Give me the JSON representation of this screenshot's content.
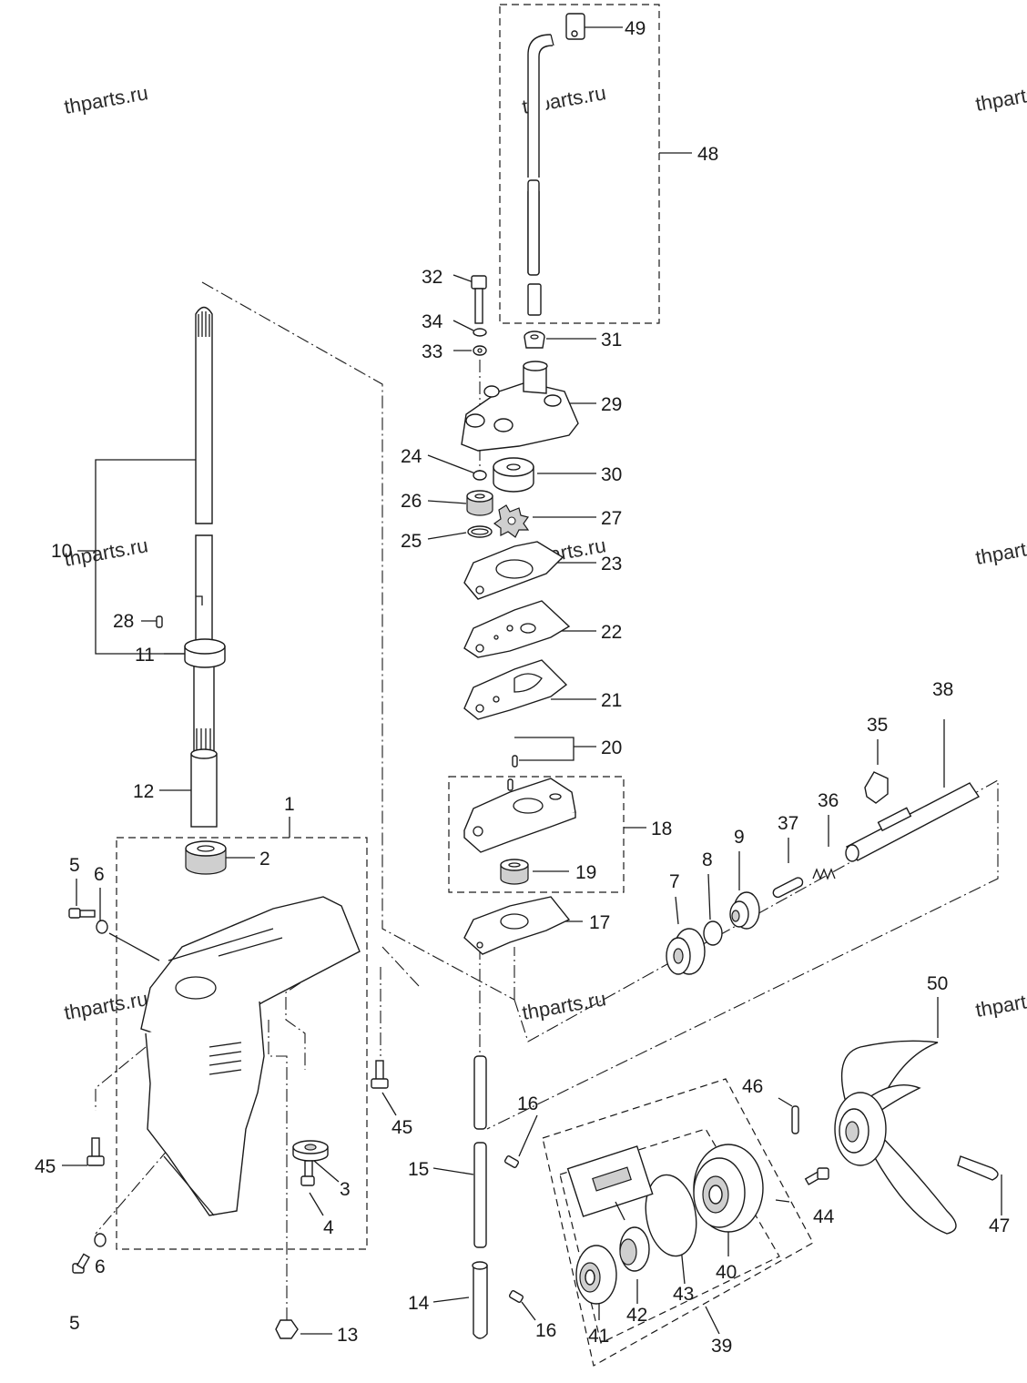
{
  "watermark": "thparts.ru",
  "labels": {
    "p1": "1",
    "p2": "2",
    "p3": "3",
    "p4": "4",
    "p5a": "5",
    "p5b": "5",
    "p6a": "6",
    "p6b": "6",
    "p7": "7",
    "p8": "8",
    "p9": "9",
    "p10": "10",
    "p11": "11",
    "p12": "12",
    "p13": "13",
    "p14": "14",
    "p15": "15",
    "p16a": "16",
    "p16b": "16",
    "p17": "17",
    "p18": "18",
    "p19": "19",
    "p20": "20",
    "p21": "21",
    "p22": "22",
    "p23": "23",
    "p24": "24",
    "p25": "25",
    "p26": "26",
    "p27": "27",
    "p28": "28",
    "p29": "29",
    "p30": "30",
    "p31": "31",
    "p32": "32",
    "p33": "33",
    "p34": "34",
    "p35": "35",
    "p36": "36",
    "p37": "37",
    "p38": "38",
    "p39": "39",
    "p40": "40",
    "p41": "41",
    "p42": "42",
    "p43": "43",
    "p44": "44",
    "p45a": "45",
    "p45b": "45",
    "p46": "46",
    "p47": "47",
    "p48": "48",
    "p49": "49",
    "p50": "50"
  }
}
